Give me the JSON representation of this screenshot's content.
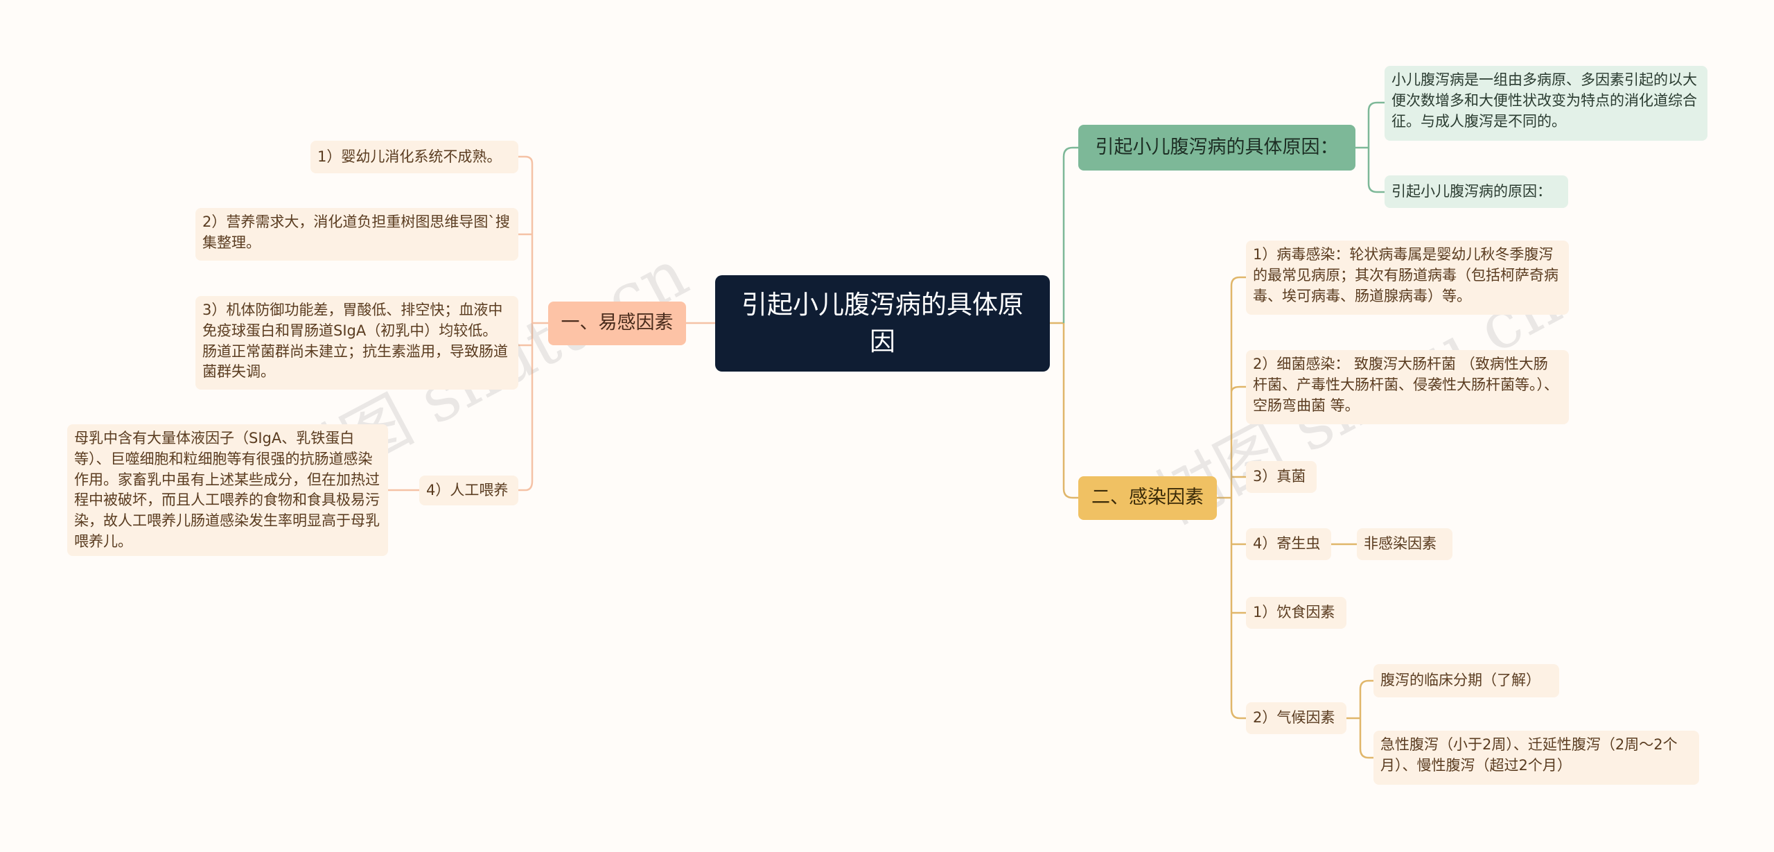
{
  "root": {
    "title": "引起小儿腹泻病的具体原因"
  },
  "left": {
    "branch": "一、易感因素",
    "items": [
      "1）婴幼儿消化系统不成熟。",
      "2）营养需求大，消化道负担重树图思维导图`搜集整理。",
      "3）机体防御功能差，胃酸低、排空快；血液中免疫球蛋白和胃肠道SIgA（初乳中）均较低。肠道正常菌群尚未建立；抗生素滥用，导致肠道菌群失调。",
      "4）人工喂养"
    ],
    "sub_item": "母乳中含有大量体液因子（SIgA、乳铁蛋白等）、巨噬细胞和粒细胞等有很强的抗肠道感染作用。家畜乳中虽有上述某些成分，但在加热过程中被破坏，而且人工喂养的食物和食具极易污染，故人工喂养儿肠道感染发生率明显高于母乳喂养儿。"
  },
  "right_top": {
    "branch": "引起小儿腹泻病的具体原因：",
    "items": [
      "小儿腹泻病是一组由多病原、多因素引起的以大便次数增多和大便性状改变为特点的消化道综合征。与成人腹泻是不同的。",
      "引起小儿腹泻病的原因："
    ]
  },
  "right_bottom": {
    "branch": "二、感染因素",
    "items": [
      "1）病毒感染：轮状病毒属是婴幼儿秋冬季腹泻的最常见病原；其次有肠道病毒（包括柯萨奇病毒、埃可病毒、肠道腺病毒）等。",
      "2）细菌感染： 致腹泻大肠杆菌 （致病性大肠杆菌、产毒性大肠杆菌、侵袭性大肠杆菌等。）、空肠弯曲菌 等。",
      "3）真菌",
      "4）寄生虫",
      "1）饮食因素",
      "2）气候因素"
    ],
    "parasite_child": "非感染因素",
    "climate_children": [
      "腹泻的临床分期（了解）",
      "急性腹泻（小于2周）、迁延性腹泻（2周～2个月）、慢性腹泻（超过2个月）"
    ]
  },
  "watermarks": [
    "树图 shutu.cn",
    "树图 shutu.cn"
  ],
  "colors": {
    "background": "#fffcf9",
    "root": "#0f1d33",
    "orange_branch": "#fdc3a6",
    "green_branch": "#7db898",
    "yellow_branch": "#f0c163",
    "leaf": "#fdf1e4",
    "green_leaf": "#e3f1e8"
  }
}
